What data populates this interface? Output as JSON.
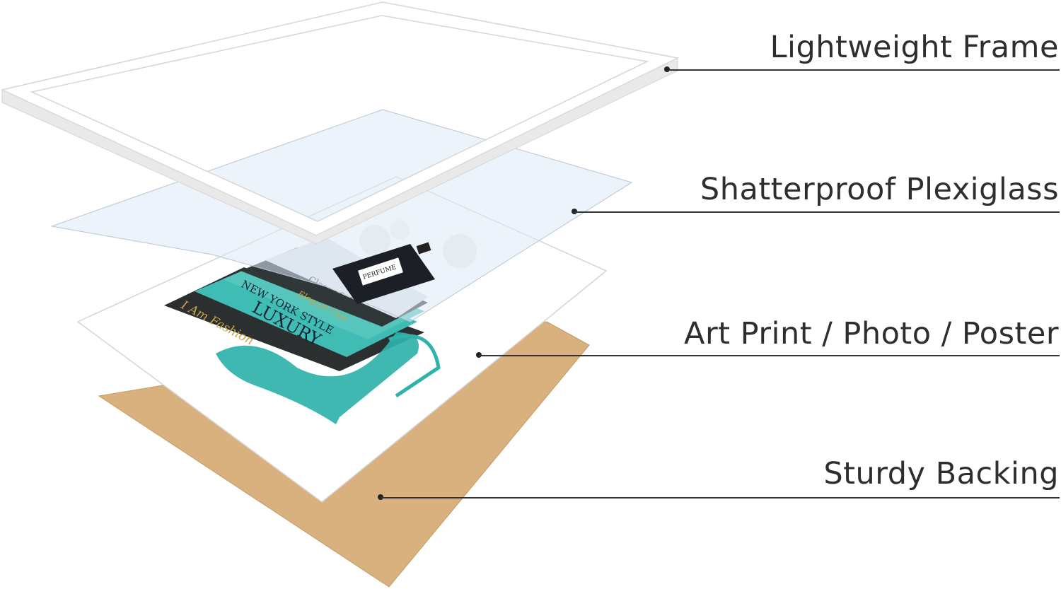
{
  "labels": {
    "frame": "Lightweight Frame",
    "plexiglass": "Shatterproof Plexiglass",
    "print": "Art Print / Photo / Poster",
    "backing": "Sturdy Backing"
  },
  "artwork": {
    "book1": "Classy & Fabulous",
    "book2": "Elegant Chic",
    "book3": "NEW YORK STYLE",
    "book4": "LUXURY",
    "book5": "I Am Fashion",
    "perfume": "PERFUME"
  },
  "colors": {
    "backing": "#d7b07c",
    "teal": "#3cbdb4",
    "text": "#2e2e2e"
  }
}
